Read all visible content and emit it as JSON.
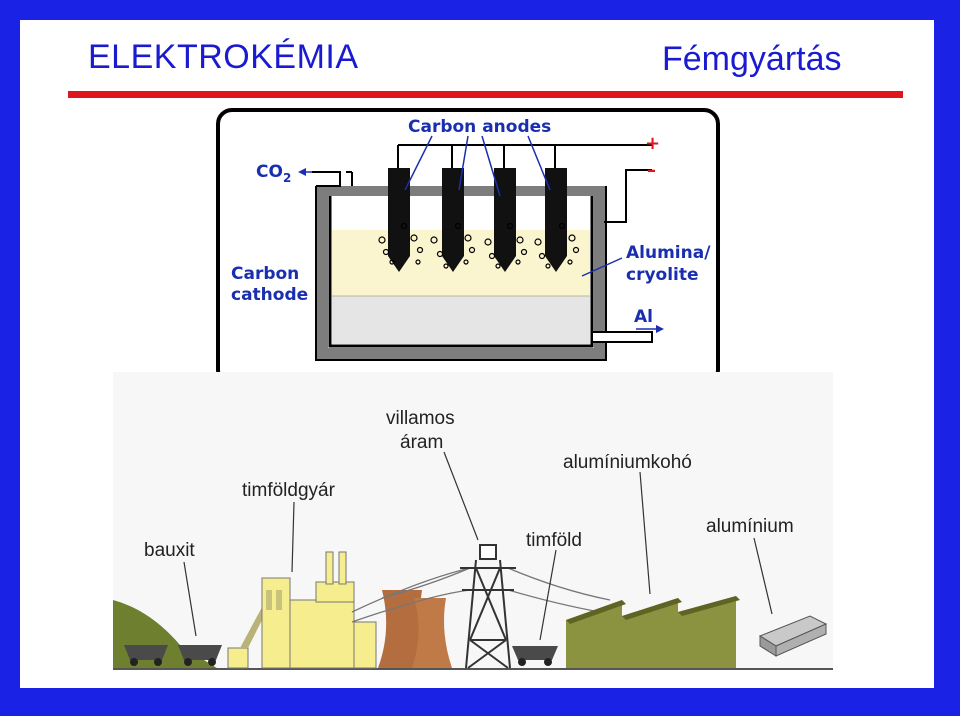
{
  "header": {
    "title_left": "ELEKTROKÉMIA",
    "title_right": "Fémgyártás",
    "accent_color": "#e0161d",
    "title_color": "#1a1ad0",
    "frame_color": "#1a22e6"
  },
  "cell_diagram": {
    "carbon_anodes": "Carbon anodes",
    "plus": "+",
    "minus": "–",
    "co2_main": "CO",
    "co2_sub": "2",
    "carbon_cathode_line1": "Carbon",
    "carbon_cathode_line2": "cathode",
    "alumina_line1": "Alumina/",
    "alumina_line2": "cryolite",
    "al": "Al"
  },
  "plant_diagram": {
    "villamos_line1": "villamos",
    "villamos_line2": "áram",
    "aluminiumkoho": "alumíniumkohó",
    "timfoldgyar": "timföldgyár",
    "aluminium": "alumínium",
    "bauxit": "bauxit",
    "timfold": "timföld"
  }
}
